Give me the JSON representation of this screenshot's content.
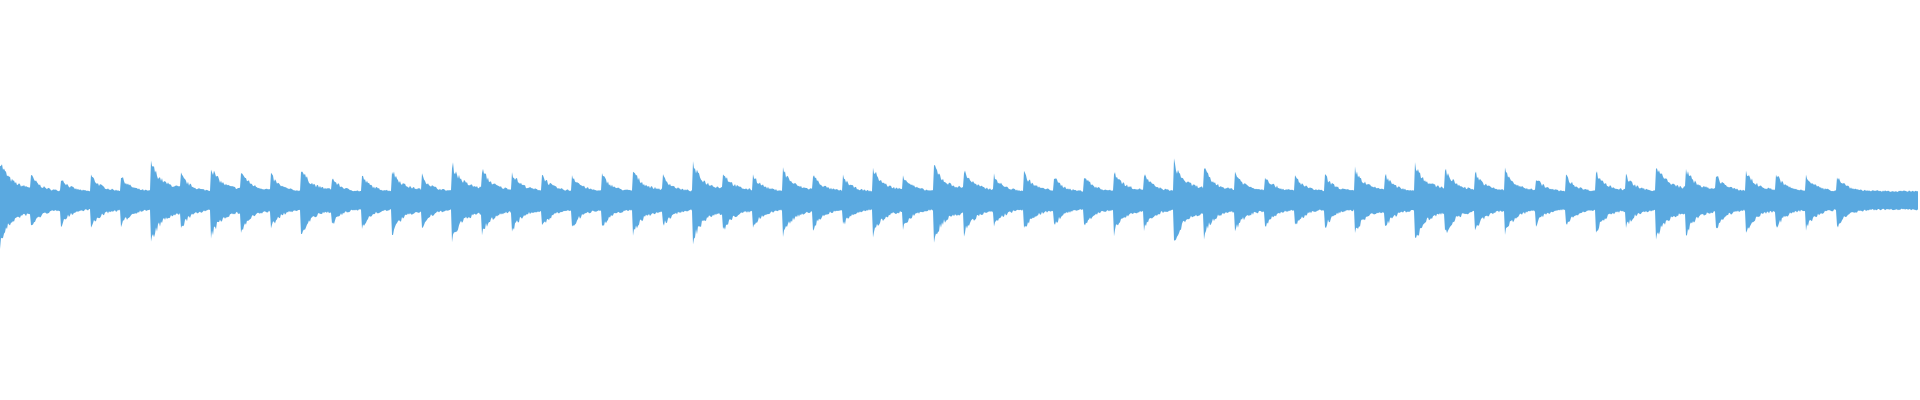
{
  "waveform": {
    "color": "#5aa9e0",
    "background": "#ffffff",
    "onset_pattern": [
      [
        1.0,
        0.62,
        0.55,
        0.62,
        0.58,
        1.0,
        0.62,
        0.85
      ],
      [
        0.72,
        0.6,
        0.78,
        0.55,
        0.6,
        0.78,
        0.6,
        0.95
      ],
      [
        0.78,
        0.68,
        0.62,
        0.6,
        0.6,
        0.78,
        0.6,
        0.95
      ],
      [
        0.72,
        0.62,
        0.78,
        0.62,
        0.55,
        0.78,
        0.6,
        0.95
      ],
      [
        0.78,
        0.6,
        0.68,
        0.55,
        0.6,
        0.72,
        0.62,
        0.95
      ],
      [
        0.78,
        0.72,
        0.62,
        0.6,
        0.6,
        0.78,
        0.62,
        0.95
      ],
      [
        0.78,
        0.68,
        0.72,
        0.55,
        0.6,
        0.72,
        0.6,
        0.95
      ],
      [
        0.78,
        0.62,
        0.72,
        0.62,
        0.6,
        0.62
      ]
    ]
  }
}
